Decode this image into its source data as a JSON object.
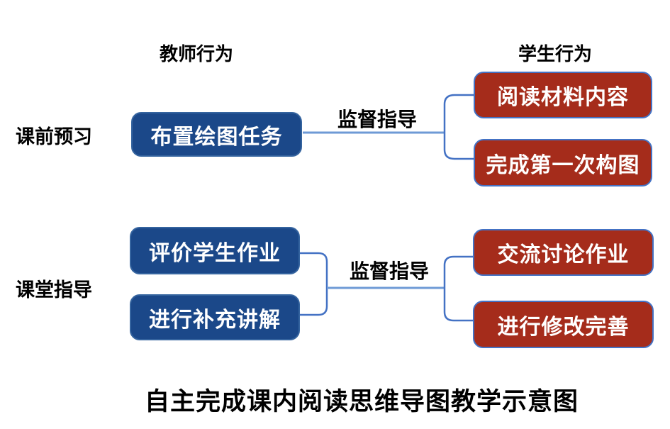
{
  "colors": {
    "teacher_box_fill": "#1b4889",
    "teacher_box_border": "#35649f",
    "student_box_fill": "#a52c1b",
    "student_box_border": "#4472c4",
    "connector_bracket": "#4472c4",
    "connector_line": "#6e9ad6",
    "box_text": "#ffffff",
    "label_text": "#000000"
  },
  "headers": {
    "teacher": "教师行为",
    "student": "学生行为"
  },
  "rows": [
    {
      "stage_label": "课前预习",
      "teacher_actions": [
        "布置绘图任务"
      ],
      "link_label": "监督指导",
      "student_actions": [
        "阅读材料内容",
        "完成第一次构图"
      ]
    },
    {
      "stage_label": "课堂指导",
      "teacher_actions": [
        "评价学生作业",
        "进行补充讲解"
      ],
      "link_label": "监督指导",
      "student_actions": [
        "交流讨论作业",
        "进行修改完善"
      ]
    }
  ],
  "caption": "自主完成课内阅读思维导图教学示意图"
}
